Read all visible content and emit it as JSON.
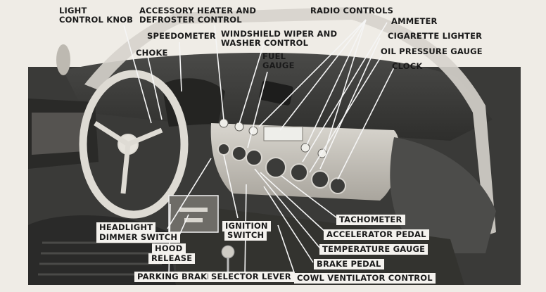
{
  "labels": {
    "light_control_knob_1": "LIGHT",
    "light_control_knob_2": "CONTROL KNOB",
    "accessory_heater_1": "ACCESSORY HEATER AND",
    "accessory_heater_2": "DEFROSTER CONTROL",
    "radio_controls": "RADIO CONTROLS",
    "ammeter": "AMMETER",
    "speedometer": "SPEEDOMETER",
    "windshield_wiper_1": "WINDSHIELD WIPER AND",
    "windshield_wiper_2": "WASHER CONTROL",
    "cigarette_lighter": "CIGARETTE LIGHTER",
    "choke": "CHOKE",
    "fuel_gauge_1": "FUEL",
    "fuel_gauge_2": "GAUGE",
    "oil_pressure_gauge": "OIL PRESSURE GAUGE",
    "clock": "CLOCK",
    "tachometer": "TACHOMETER",
    "headlight_dimmer_1": "HEADLIGHT",
    "headlight_dimmer_2": "DIMMER SWITCH",
    "ignition_switch_1": "IGNITION",
    "ignition_switch_2": "SWITCH",
    "accelerator_pedal": "ACCELERATOR PEDAL",
    "hood_release_1": "HOOD",
    "hood_release_2": "RELEASE",
    "temperature_gauge": "TEMPERATURE GAUGE",
    "brake_pedal": "BRAKE PEDAL",
    "parking_brake": "PARKING BRAKE",
    "selector_lever": "SELECTOR LEVER",
    "cowl_ventilator_control": "COWL VENTILATOR CONTROL"
  },
  "colors": {
    "paper": "#efece6",
    "ink": "#1a1a1a",
    "leader_line": "#f5f5f5",
    "photo_dark": "#2b2b2b",
    "dash_panel": "#c8c4bc"
  }
}
